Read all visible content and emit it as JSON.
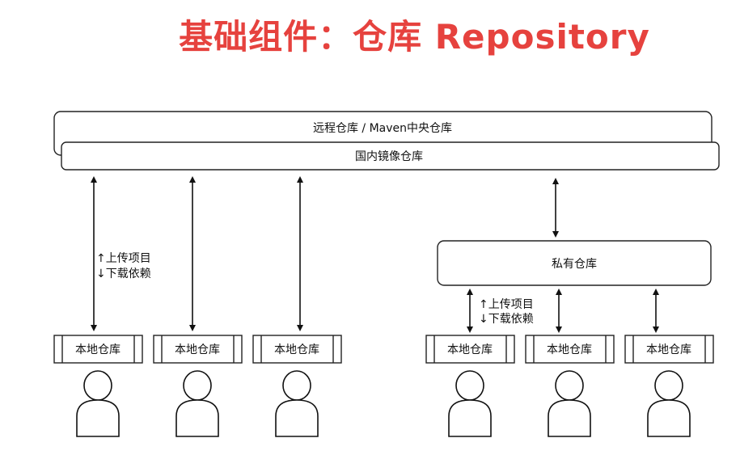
{
  "title": "基础组件：仓库 Repository",
  "remote_repo": "远程仓库 / Maven中央仓库",
  "mirror_repo": "国内镜像仓库",
  "private_repo": "私有仓库",
  "local_repo_label": "本地仓库",
  "upload_label": "↑上传项目",
  "download_label": "↓下载依赖",
  "upload_label_right": "↑上传项目",
  "download_label_right": "↓下载依赖",
  "local_repos": [
    "本地仓库",
    "本地仓库",
    "本地仓库",
    "本地仓库",
    "本地仓库",
    "本地仓库"
  ]
}
